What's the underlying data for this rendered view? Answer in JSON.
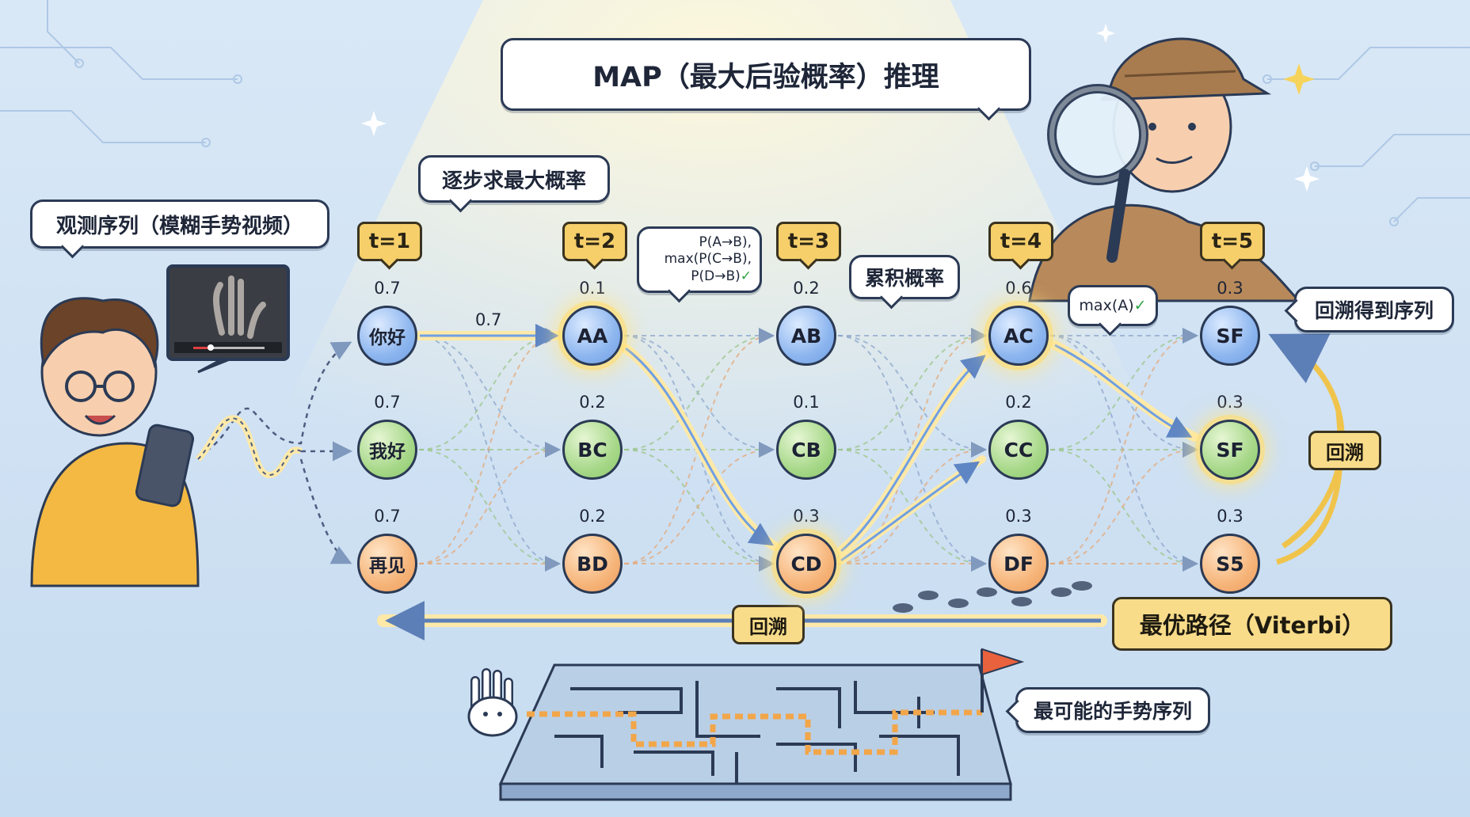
{
  "title": "MAP（最大后验概率）推理",
  "labels": {
    "observation": "观测序列（模糊手势视频）",
    "stepwise": "逐步求最大概率",
    "cumulative": "累积概率",
    "backtrack_result": "回溯得到序列",
    "backtrack": "回溯",
    "optimal_path": "最优路径（Viterbi）",
    "most_likely": "最可能的手势序列",
    "max_expr": "P(A→B),\nmax(P(C→B),\nP(D→B)",
    "max_expr_line1": "P(A→B),",
    "max_expr_line2": "max(P(C→B),",
    "max_expr_line3": "P(D→B)",
    "max_a": "max(A)",
    "check": "✓",
    "edge_prob": "0.7"
  },
  "timesteps": [
    "t=1",
    "t=2",
    "t=3",
    "t=4",
    "t=5"
  ],
  "columns": [
    {
      "nodes": [
        {
          "label": "你好",
          "prob": "0.7",
          "color": "blue"
        },
        {
          "label": "我好",
          "prob": "0.7",
          "color": "green"
        },
        {
          "label": "再见",
          "prob": "0.7",
          "color": "orange"
        }
      ]
    },
    {
      "nodes": [
        {
          "label": "AA",
          "prob": "0.1",
          "color": "blue"
        },
        {
          "label": "BC",
          "prob": "0.2",
          "color": "green"
        },
        {
          "label": "BD",
          "prob": "0.2",
          "color": "orange"
        }
      ]
    },
    {
      "nodes": [
        {
          "label": "AB",
          "prob": "0.2",
          "color": "blue"
        },
        {
          "label": "CB",
          "prob": "0.1",
          "color": "green"
        },
        {
          "label": "CD",
          "prob": "0.3",
          "color": "orange"
        }
      ]
    },
    {
      "nodes": [
        {
          "label": "AC",
          "prob": "0.6",
          "color": "blue"
        },
        {
          "label": "CC",
          "prob": "0.2",
          "color": "green"
        },
        {
          "label": "DF",
          "prob": "0.3",
          "color": "orange"
        }
      ]
    },
    {
      "nodes": [
        {
          "label": "SF",
          "prob": "0.3",
          "color": "blue"
        },
        {
          "label": "SF",
          "prob": "0.3",
          "color": "green"
        },
        {
          "label": "S5",
          "prob": "0.3",
          "color": "orange"
        }
      ]
    }
  ],
  "colors": {
    "blue": "#8db6ef",
    "green": "#a7d889",
    "orange": "#f6b57a",
    "highlight": "#f6cf6a",
    "outline": "#2b3a55"
  }
}
